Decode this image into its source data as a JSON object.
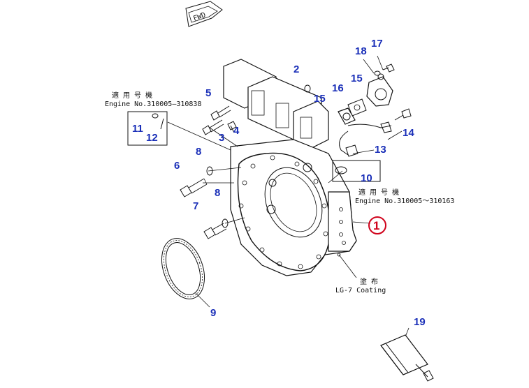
{
  "colors": {
    "callout": "#1a2fb8",
    "highlight": "#d0021b",
    "linework": "#111111",
    "background": "#ffffff"
  },
  "fwd_label": "FWD",
  "notes": {
    "top_left_applicability": "適 用 号 機",
    "top_left_engine": "Engine No.310005—310838",
    "right_applicability": "適 用 号 機",
    "right_engine": "Engine No.310005〜310163",
    "coating_jp": "塗 布",
    "coating_en": "LG-7 Coating"
  },
  "callouts": {
    "c1": "1",
    "c2": "2",
    "c3": "3",
    "c4": "4",
    "c5": "5",
    "c6": "6",
    "c7": "7",
    "c8a": "8",
    "c8b": "8",
    "c9": "9",
    "c10": "10",
    "c11": "11",
    "c12": "12",
    "c13": "13",
    "c14": "14",
    "c15a": "15",
    "c15b": "15",
    "c16": "16",
    "c17": "17",
    "c18": "18",
    "c19": "19"
  }
}
